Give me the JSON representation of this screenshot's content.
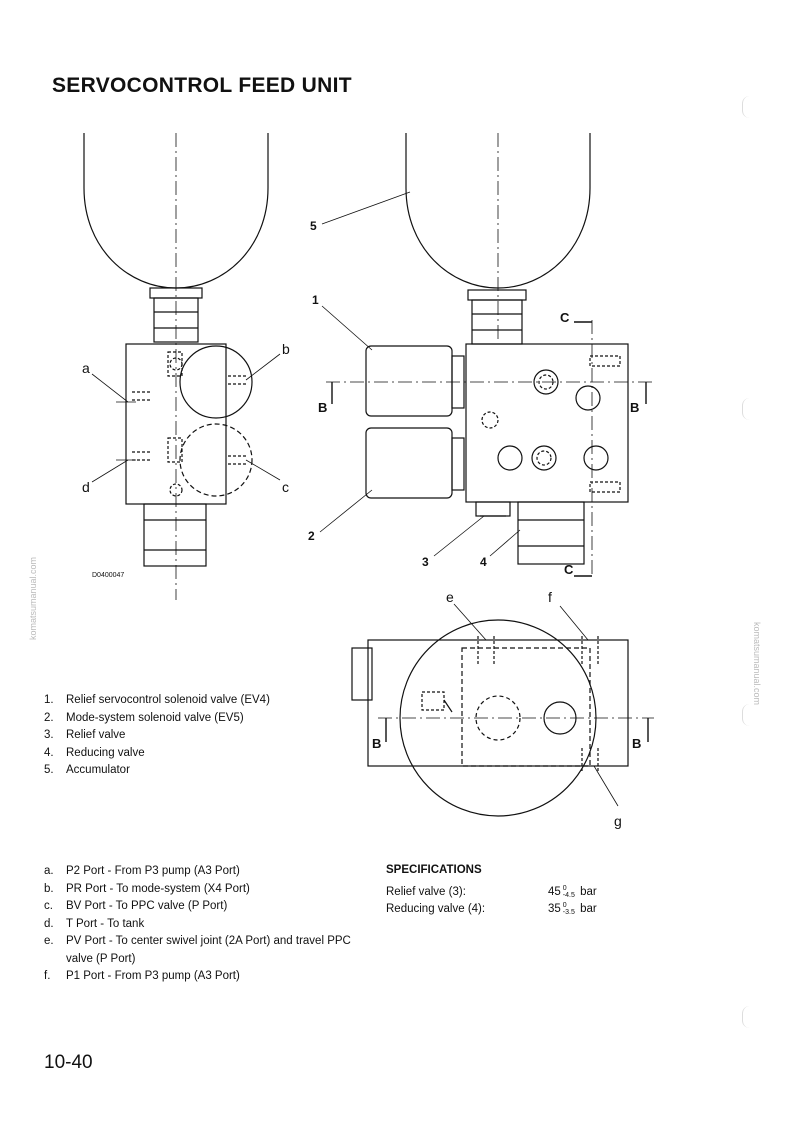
{
  "title": "SERVOCONTROL FEED UNIT",
  "figure_code": "D0400047",
  "figure_labels": {
    "a": "a",
    "b": "b",
    "c": "c",
    "d": "d",
    "e": "e",
    "f": "f",
    "g": "g",
    "n1": "1",
    "n2": "2",
    "n3": "3",
    "n4": "4",
    "n5": "5",
    "section_b": "B",
    "section_c": "C"
  },
  "components": [
    {
      "num": "1.",
      "text": "Relief servocontrol solenoid valve (EV4)"
    },
    {
      "num": "2.",
      "text": "Mode-system solenoid valve (EV5)"
    },
    {
      "num": "3.",
      "text": "Relief valve"
    },
    {
      "num": "4.",
      "text": "Reducing valve"
    },
    {
      "num": "5.",
      "text": "Accumulator"
    }
  ],
  "ports": [
    {
      "num": "a.",
      "text": "P2  Port - From P3 pump (A3 Port)"
    },
    {
      "num": "b.",
      "text": "PR Port - To mode-system (X4 Port)"
    },
    {
      "num": "c.",
      "text": "BV Port - To PPC valve (P Port)"
    },
    {
      "num": "d.",
      "text": "T   Port - To tank"
    },
    {
      "num": "e.",
      "text": "PV Port - To center swivel joint (2A Port) and travel PPC valve (P Port)"
    },
    {
      "num": "f.",
      "text": "P1  Port - From P3 pump (A3 Port)"
    }
  ],
  "specifications": {
    "heading": "SPECIFICATIONS",
    "items": [
      {
        "label": "Relief valve (3):",
        "value": "45",
        "tol_upper": "0",
        "tol_lower": "4.5",
        "unit": "bar"
      },
      {
        "label": "Reducing valve (4):",
        "value": "35",
        "tol_upper": "0",
        "tol_lower": "3.5",
        "unit": "bar"
      }
    ]
  },
  "page_number": "10-40",
  "watermark": "komatsumanual.com"
}
